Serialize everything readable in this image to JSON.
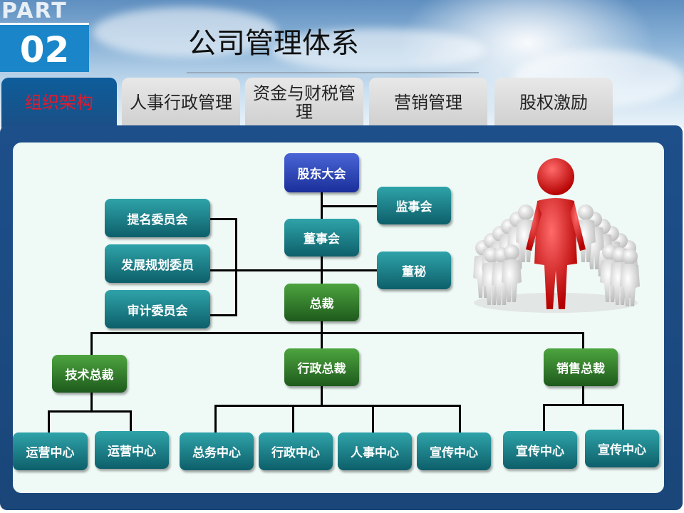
{
  "badge": {
    "part": "PART",
    "number": "02"
  },
  "page_title": "公司管理体系",
  "tabs": [
    {
      "label": "组织架构",
      "active": true
    },
    {
      "label": "人事行政管理",
      "active": false
    },
    {
      "label": "资金与财税管理",
      "active": false
    },
    {
      "label": "营销管理",
      "active": false
    },
    {
      "label": "股权激励",
      "active": false
    }
  ],
  "org": {
    "shareholders": "股东大会",
    "supervisors": "监事会",
    "board": "董事会",
    "board_secretary": "董秘",
    "committees": [
      "提名委员会",
      "发展规划委员",
      "审计委员会"
    ],
    "ceo": "总裁",
    "vps": [
      "技术总裁",
      "行政总裁",
      "销售总裁"
    ],
    "tech_centers": [
      "运营中心",
      "运营中心"
    ],
    "admin_centers": [
      "总务中心",
      "行政中心",
      "人事中心",
      "宣传中心"
    ],
    "sales_centers": [
      "宣传中心",
      "宣传中心"
    ]
  },
  "colors": {
    "tab_active_text": "#e8182a",
    "panel": "#1d4f8a",
    "node_blue": "#1a2f9a",
    "node_teal": "#0d5f6a",
    "node_green": "#1e5a1c"
  }
}
